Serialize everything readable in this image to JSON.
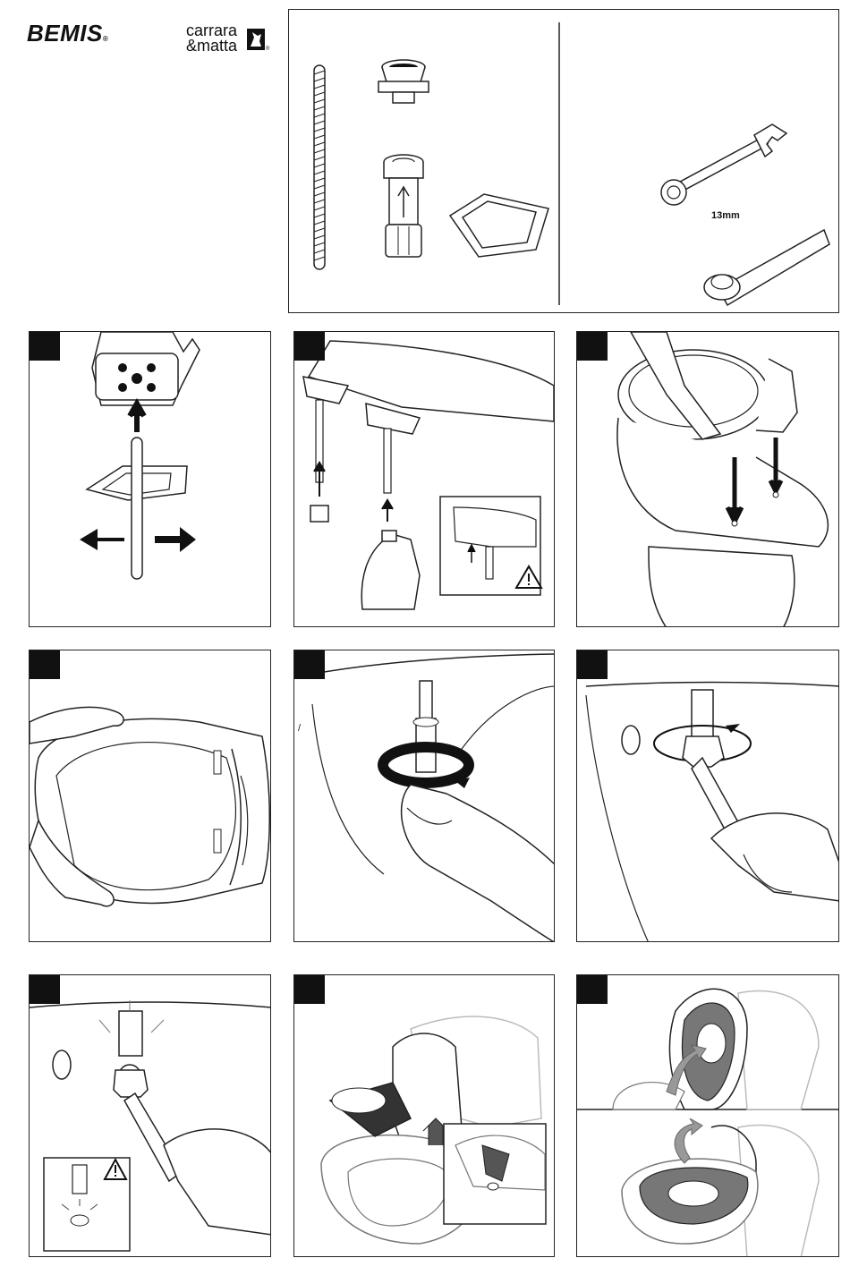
{
  "brand": {
    "logo_primary": "BEMIS",
    "logo_primary_mark": "®",
    "logo_secondary_line1": "carrara",
    "logo_secondary_line2": "&matta",
    "logo_secondary_mark": "®"
  },
  "tools": {
    "wrench_size": "13mm"
  },
  "icons": {
    "warning": "warning-triangle-icon",
    "arrow": "arrow-icon"
  },
  "colors": {
    "ink": "#111111",
    "shade": "#777777",
    "light_shade": "#bbbbbb"
  }
}
